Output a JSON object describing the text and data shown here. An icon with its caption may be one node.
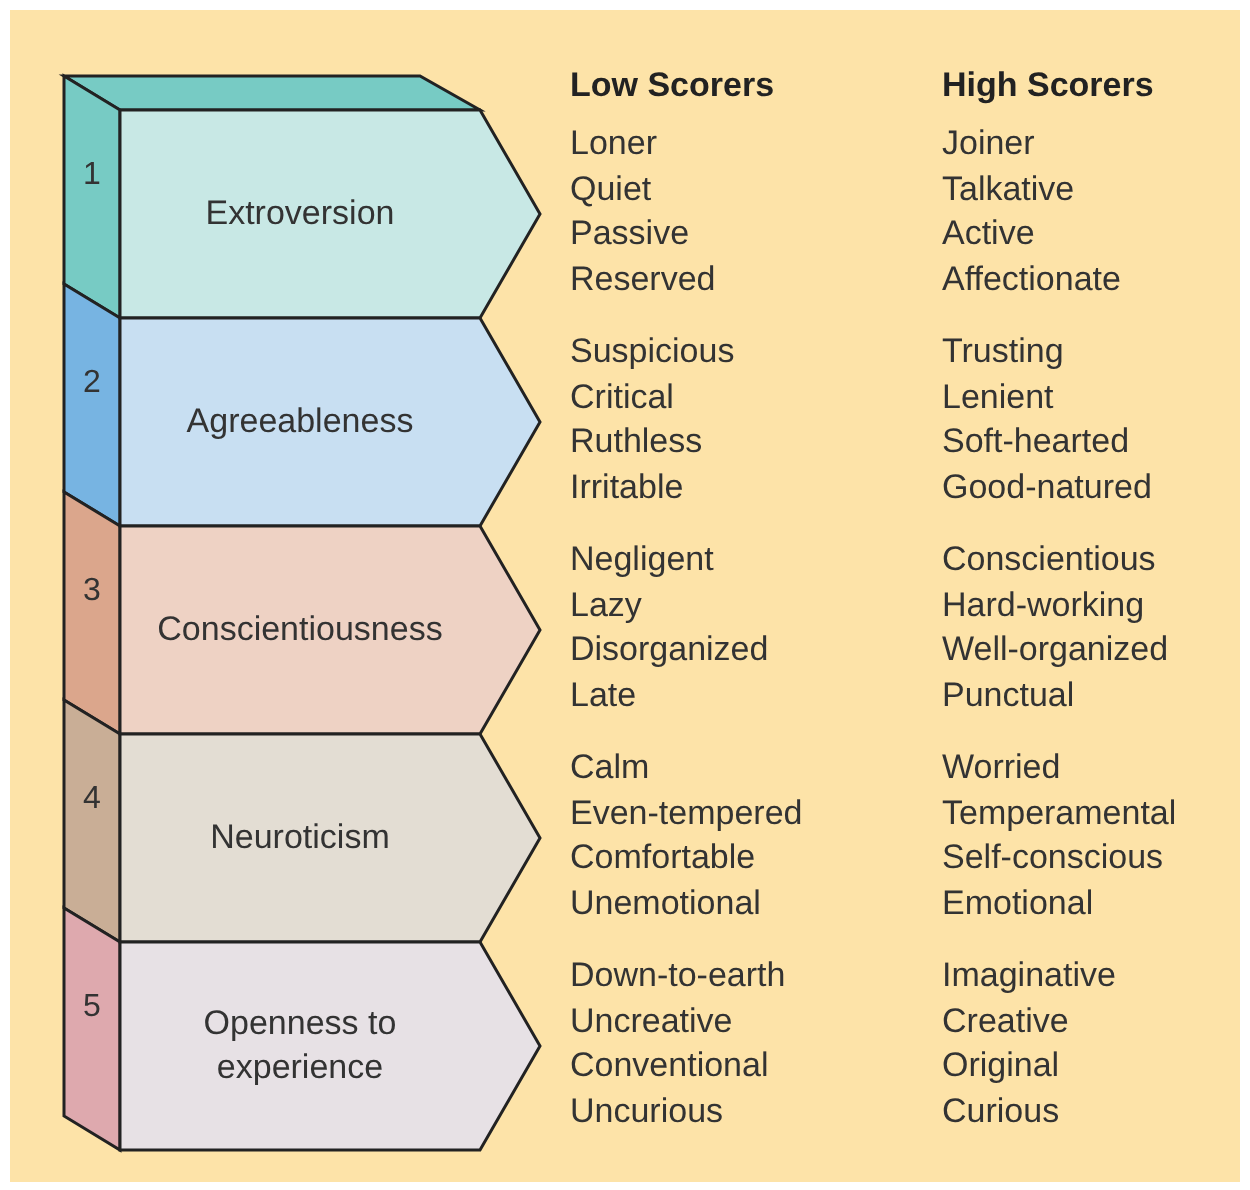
{
  "diagram": {
    "nodes": [
      {
        "text": [
          "Extroversion"
        ],
        "beside": [
          "1"
        ]
      },
      {
        "text": [
          "Agreeableness"
        ],
        "beside": [
          "2"
        ]
      },
      {
        "text": [
          "Conscientiousness"
        ],
        "beside": [
          "3"
        ]
      },
      {
        "text": [
          "Neuroticism"
        ],
        "beside": [
          "4"
        ]
      },
      {
        "text": [
          "Openness to experience"
        ],
        "beside": [
          "5"
        ]
      }
    ],
    "labels": [
      "Low Scorers",
      "High Scorers",
      "Loner",
      "Joiner",
      "Quiet",
      "Talkative",
      "Passive",
      "Active",
      "Reserved",
      "Affectionate",
      "Suspicious",
      "Trusting",
      "Critical",
      "Lenient",
      "Ruthless",
      "Soft-hearted",
      "Irritable",
      "Good-natured",
      "Negligent",
      "Conscientious",
      "Lazy",
      "Hard-working",
      "Disorganized",
      "Well-organized",
      "Late",
      "Punctual",
      "Calm",
      "Worried",
      "Even-tempered",
      "Temperamental",
      "Comfortable",
      "Self-conscious",
      "Unemotional",
      "Emotional",
      "Down-to-earth",
      "Imaginative",
      "Uncreative",
      "Creative",
      "Conventional",
      "Original",
      "Uncurious",
      "Curious"
    ]
  }
}
